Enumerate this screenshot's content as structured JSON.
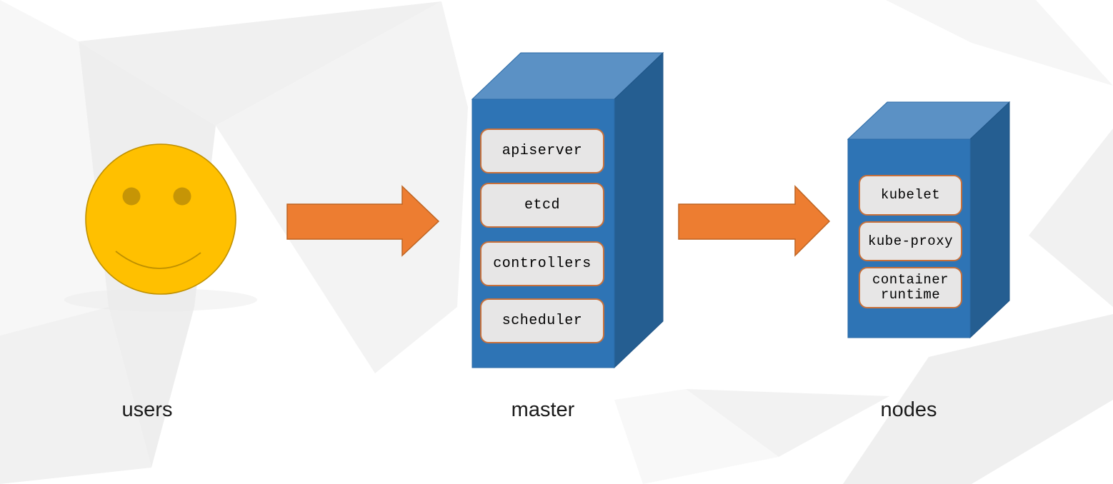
{
  "palette": {
    "box_front": "#2E74B5",
    "box_top": "#5B91C5",
    "box_side": "#255E91",
    "pill_fill": "#E7E6E6",
    "pill_border": "#C8703A",
    "arrow_fill": "#ED7D31",
    "arrow_stroke": "#BE6422",
    "smiley_fill": "#FFC000",
    "smiley_stroke": "#BF9000",
    "smiley_feature": "#C69506",
    "label_color": "#1A1A1A",
    "component_text": "#000000"
  },
  "users": {
    "label": "users",
    "icon": "smiley-face-icon"
  },
  "master": {
    "label": "master",
    "components": [
      "apiserver",
      "etcd",
      "controllers",
      "scheduler"
    ]
  },
  "nodes": {
    "label": "nodes",
    "components": [
      "kubelet",
      "kube-proxy",
      "container runtime"
    ]
  },
  "arrows": [
    {
      "from": "users",
      "to": "master"
    },
    {
      "from": "master",
      "to": "nodes"
    }
  ]
}
